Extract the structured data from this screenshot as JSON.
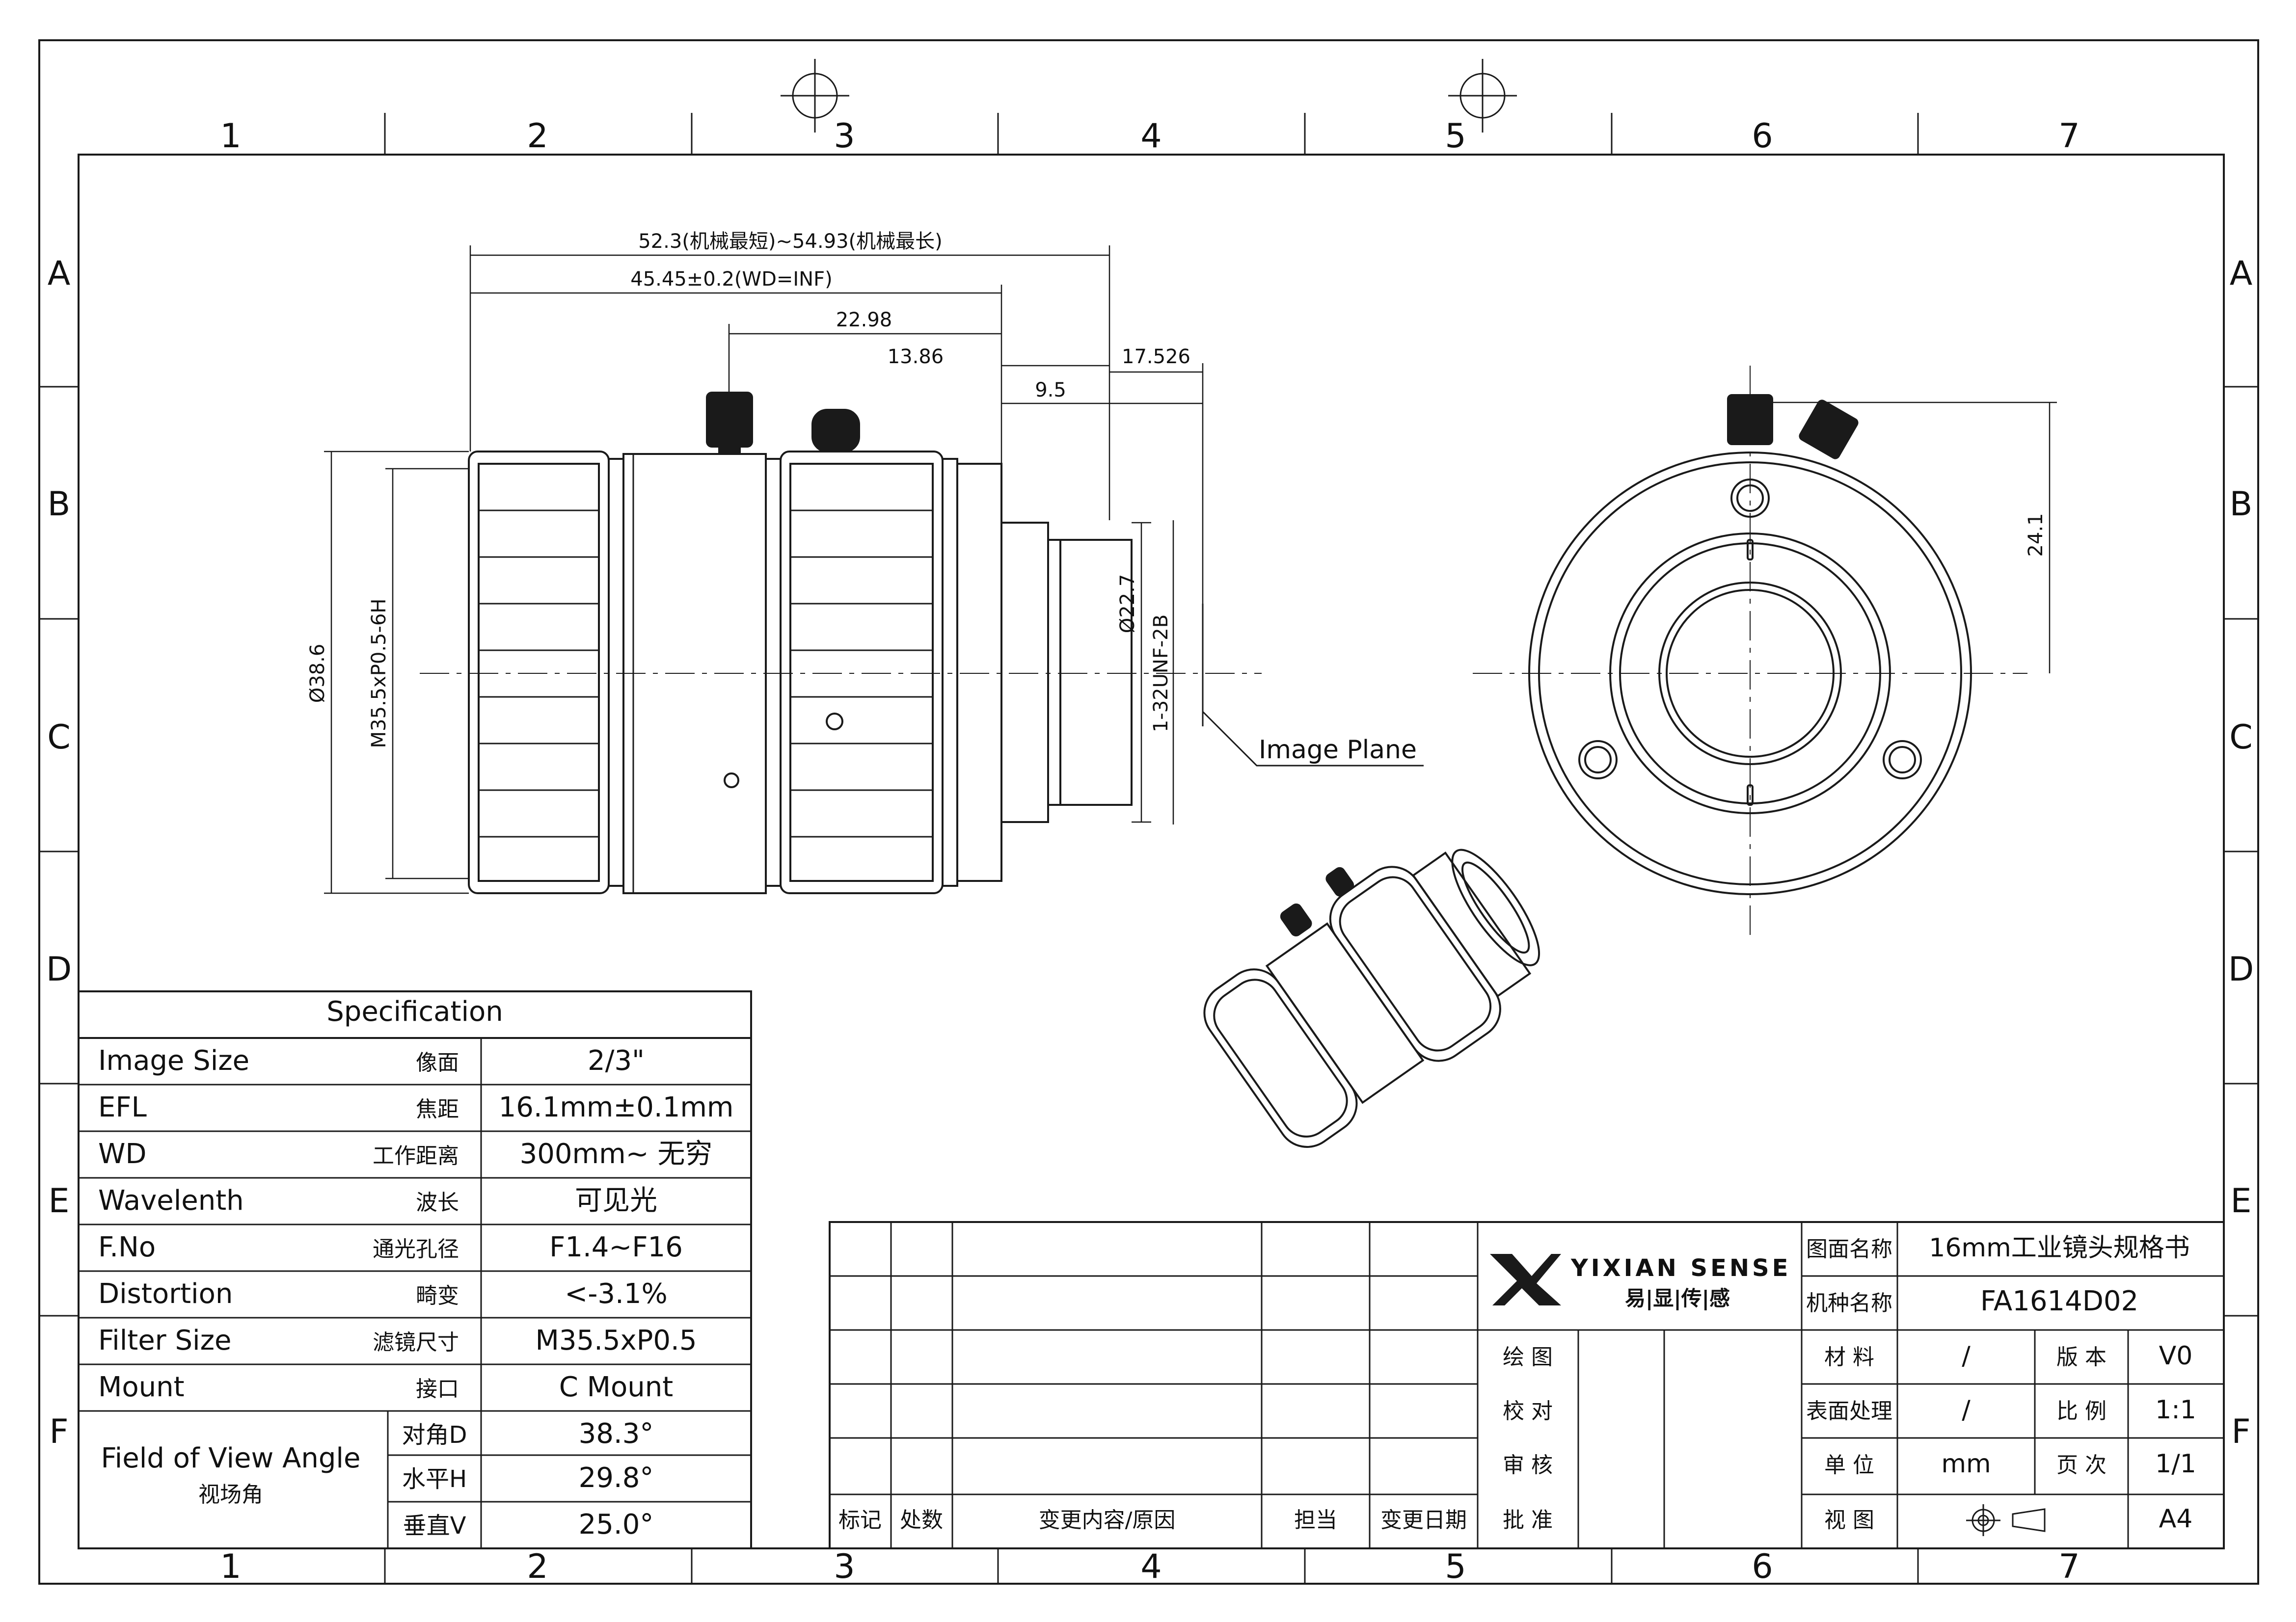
{
  "columns": [
    "1",
    "2",
    "3",
    "4",
    "5",
    "6",
    "7"
  ],
  "rows": [
    "A",
    "B",
    "C",
    "D",
    "E",
    "F"
  ],
  "dimensions": {
    "overall": "52.3(机械最短)~54.93(机械最长)",
    "length_inf": "45.45±0.2(WD=INF)",
    "d_22_98": "22.98",
    "d_13_86": "13.86",
    "d_17_526": "17.526",
    "d_9_5": "9.5",
    "diameter": "Ø38.6",
    "thread": "M35.5xP0.5-6H",
    "mount_dia": "Ø22.7",
    "mount_thread": "1-32UNF-2B",
    "front_height": "24.1"
  },
  "image_plane_label": "Image Plane",
  "specification": {
    "title": "Specification",
    "rows": [
      {
        "en": "Image Size",
        "cn": "像面",
        "value": "2/3\""
      },
      {
        "en": "EFL",
        "cn": "焦距",
        "value": "16.1mm±0.1mm"
      },
      {
        "en": "WD",
        "cn": "工作距离",
        "value": "300mm~ 无穷"
      },
      {
        "en": "Wavelenth",
        "cn": "波长",
        "value": "可见光"
      },
      {
        "en": "F.No",
        "cn": "通光孔径",
        "value": "F1.4~F16"
      },
      {
        "en": "Distortion",
        "cn": "畸变",
        "value": "<-3.1%"
      },
      {
        "en": "Filter Size",
        "cn": "滤镜尺寸",
        "value": "M35.5xP0.5"
      },
      {
        "en": "Mount",
        "cn": "接口",
        "value": "C Mount"
      }
    ],
    "fov": {
      "en": "Field of View Angle",
      "cn": "视场角",
      "rows": [
        {
          "label": "对角D",
          "value": "38.3°"
        },
        {
          "label": "水平H",
          "value": "29.8°"
        },
        {
          "label": "垂直V",
          "value": "25.0°"
        }
      ]
    }
  },
  "title_block": {
    "change_headers": [
      "标记",
      "处数",
      "变更内容/原因",
      "担当",
      "变更日期"
    ],
    "brand": "YIXIAN SENSE",
    "brand_cn": "易|显|传|感",
    "roles": [
      "绘 图",
      "校 对",
      "审 核",
      "批 准"
    ],
    "drawing_name_label": "图面名称",
    "drawing_name": "16mm工业镜头规格书",
    "model_label": "机种名称",
    "model": "FA1614D02",
    "material_label": "材 料",
    "material": "/",
    "version_label": "版 本",
    "version": "V0",
    "surface_label": "表面处理",
    "surface": "/",
    "scale_label": "比 例",
    "scale": "1:1",
    "unit_label": "单 位",
    "unit": "mm",
    "page_label": "页 次",
    "page": "1/1",
    "view_label": "视 图",
    "paper": "A4"
  },
  "colors": {
    "line": "#1a1a1a",
    "paper": "#ffffff"
  }
}
